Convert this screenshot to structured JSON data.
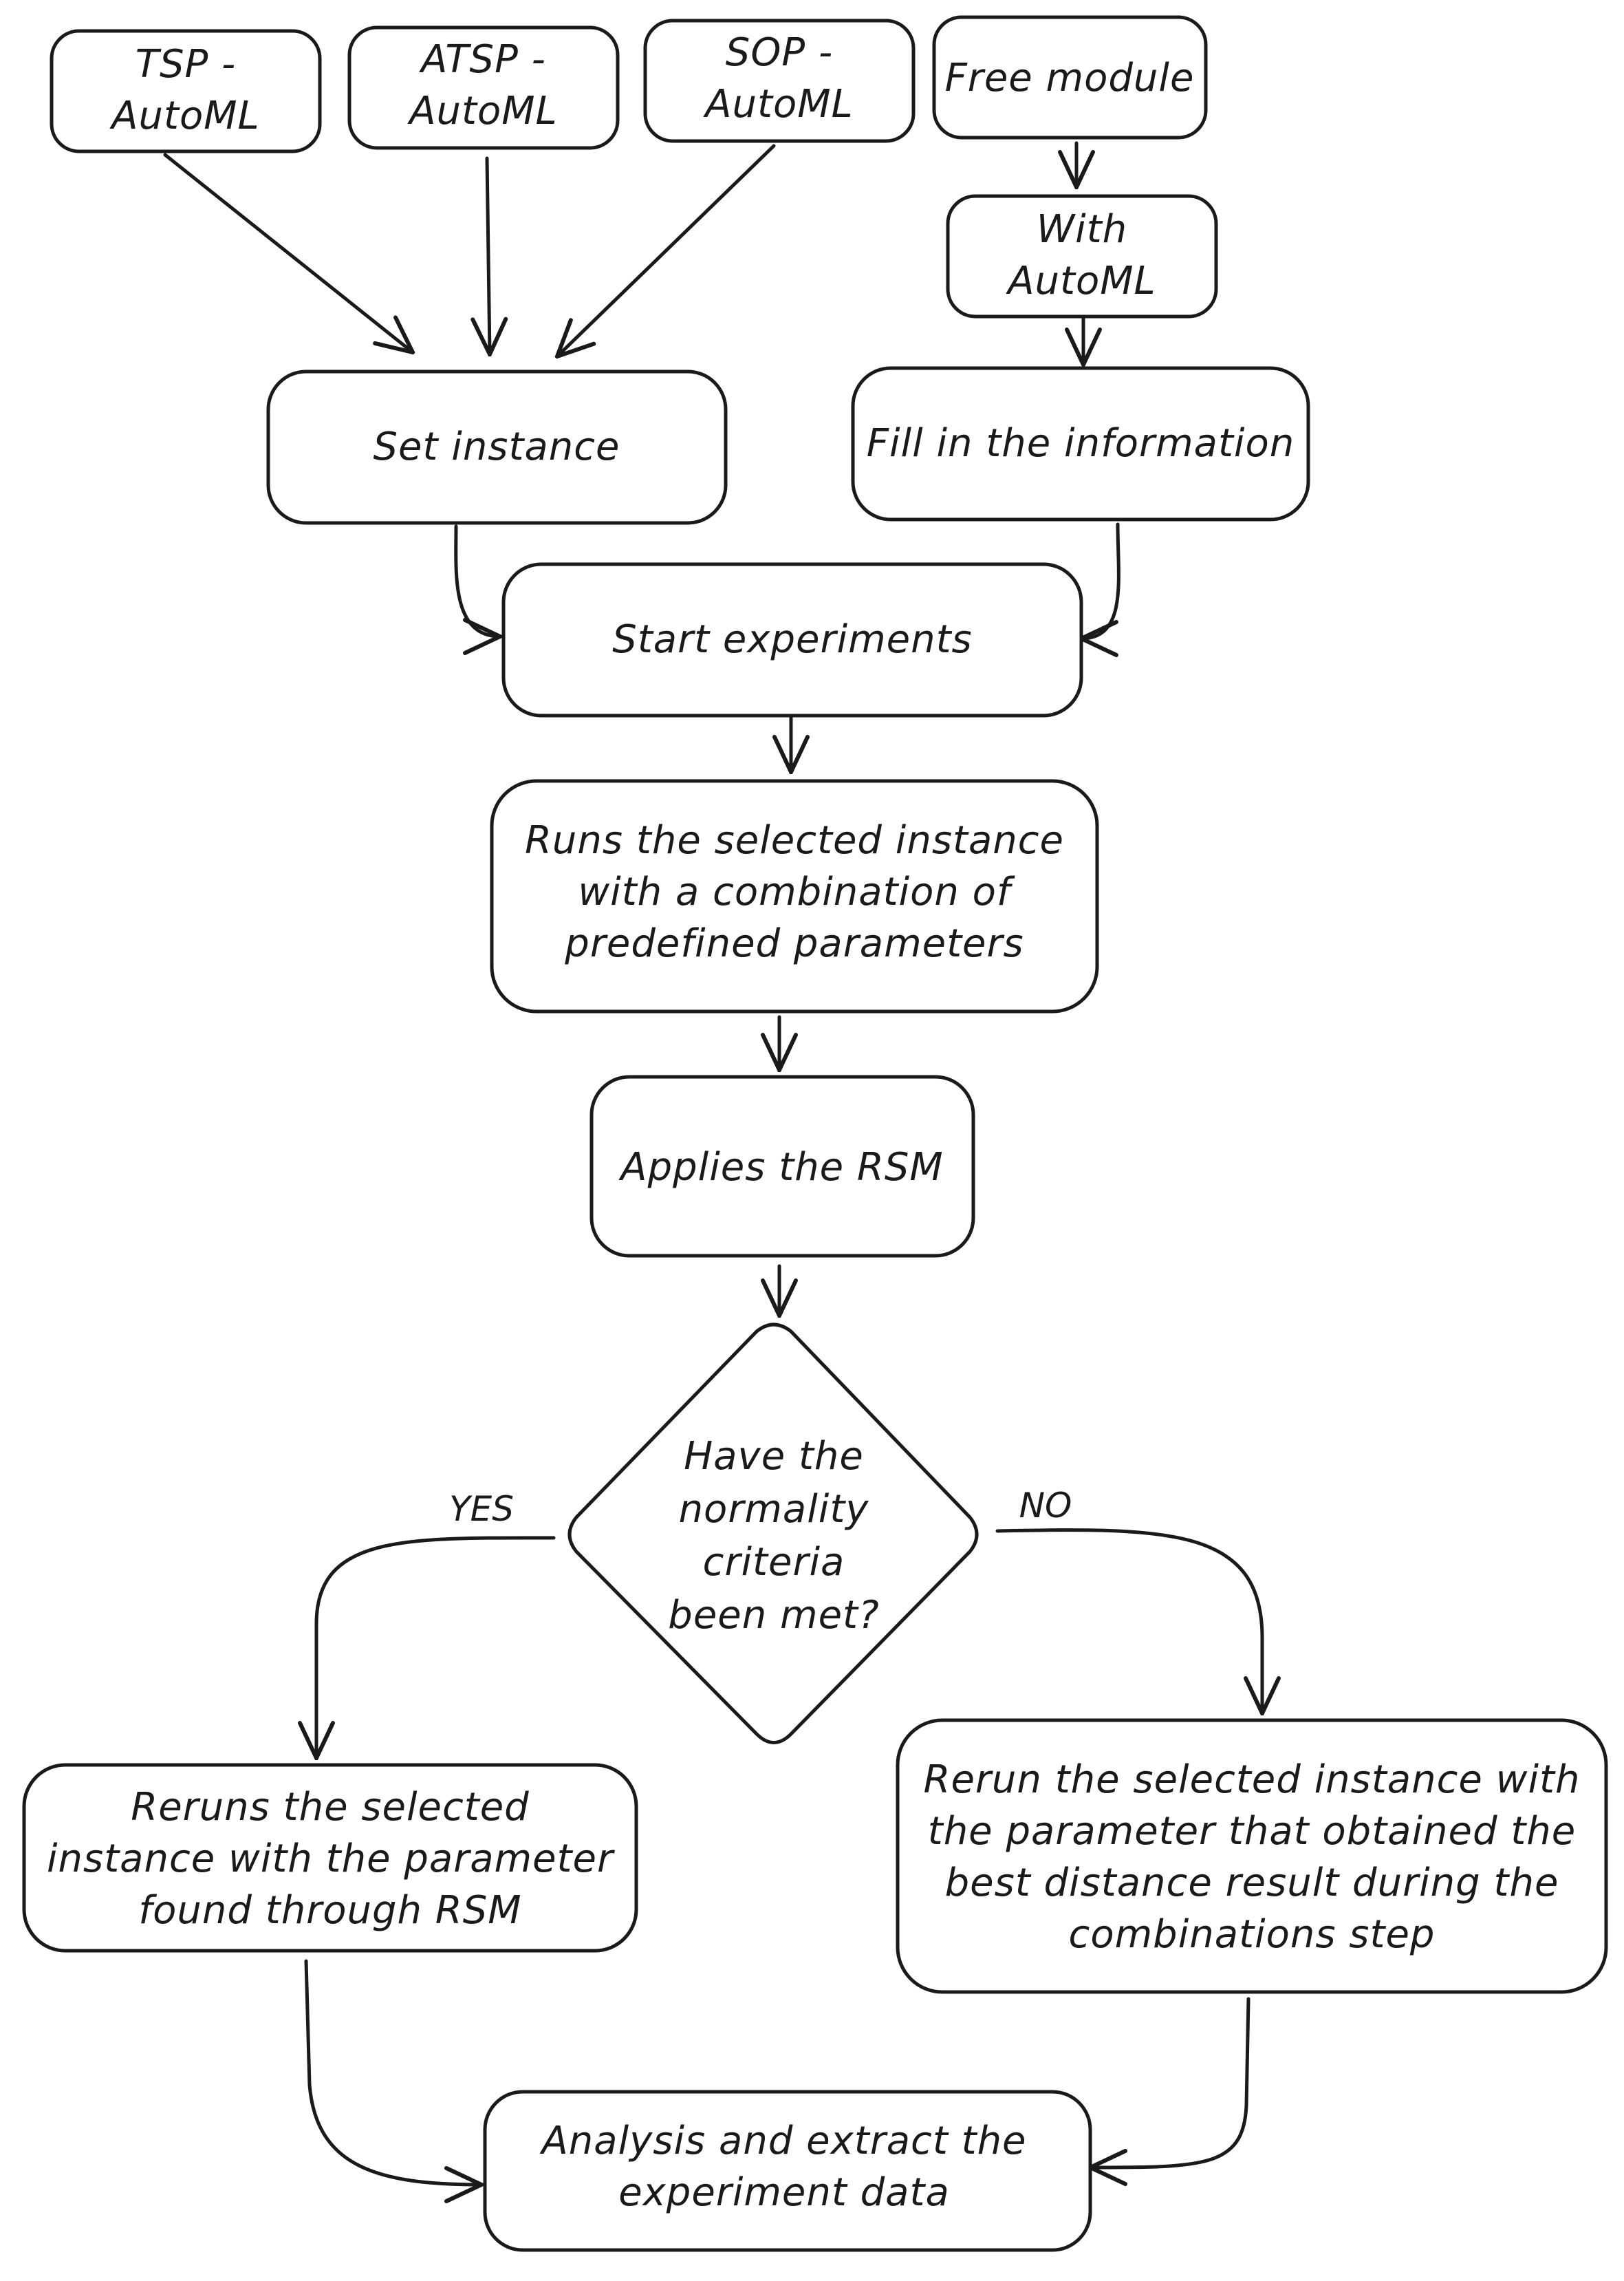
{
  "nodes": {
    "tsp": {
      "lines": [
        "TSP -",
        "AutoML"
      ]
    },
    "atsp": {
      "lines": [
        "ATSP -",
        "AutoML"
      ]
    },
    "sop": {
      "lines": [
        "SOP -",
        "AutoML"
      ]
    },
    "free": {
      "lines": [
        "Free module"
      ]
    },
    "with_automl": {
      "lines": [
        "With",
        "AutoML"
      ]
    },
    "set_instance": {
      "lines": [
        "Set instance"
      ]
    },
    "fill_info": {
      "lines": [
        "Fill in the information"
      ]
    },
    "start": {
      "lines": [
        "Start experiments"
      ]
    },
    "runs": {
      "lines": [
        "Runs the selected instance",
        "with a combination of",
        "predefined parameters"
      ]
    },
    "rsm": {
      "lines": [
        "Applies the RSM"
      ]
    },
    "decision": {
      "lines": [
        "Have the",
        "normality",
        "criteria",
        "been met?"
      ]
    },
    "reruns_rsm": {
      "lines": [
        "Reruns the selected",
        "instance with the parameter",
        "found through RSM"
      ]
    },
    "rerun_best": {
      "lines": [
        "Rerun the selected instance with",
        "the parameter that obtained the",
        "best distance result during the",
        "combinations step"
      ]
    },
    "analysis": {
      "lines": [
        "Analysis and extract the",
        "experiment data"
      ]
    }
  },
  "edge_labels": {
    "yes": "YES",
    "no": "NO"
  },
  "colors": {
    "stroke": "#1a1a1a",
    "fill": "#ffffff"
  }
}
